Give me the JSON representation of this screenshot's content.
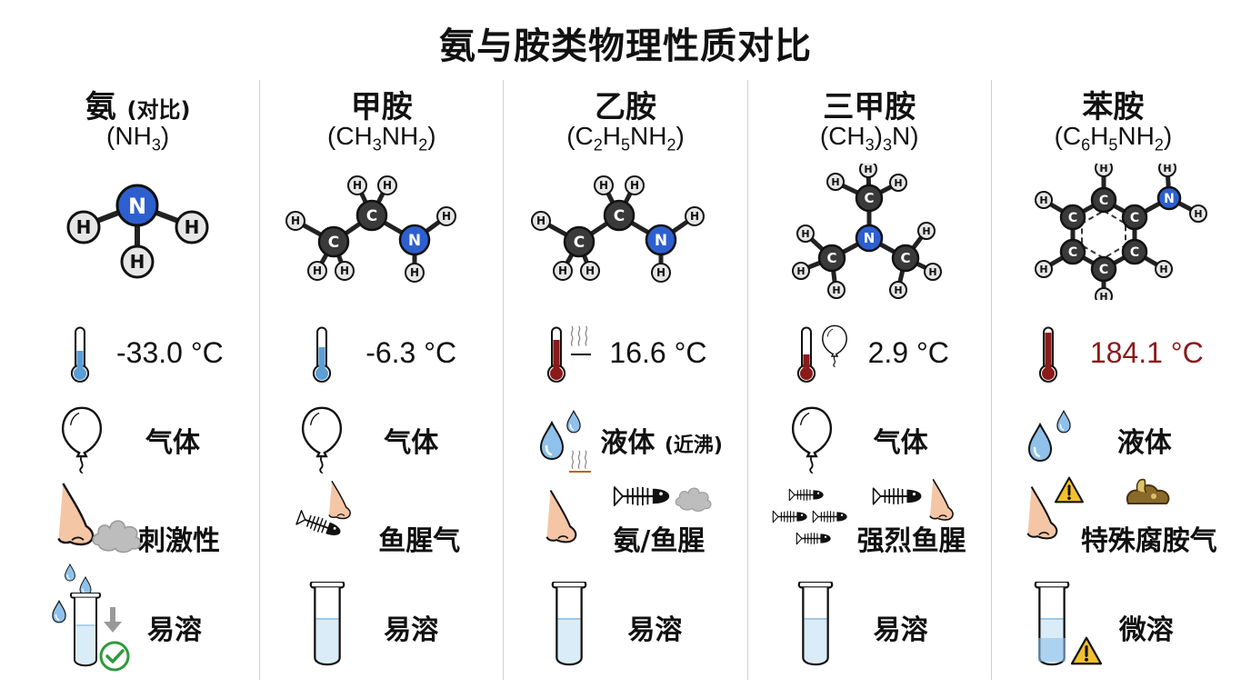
{
  "title": "氨与胺类物理性质对比",
  "colors": {
    "nitrogen": "#2d5fcf",
    "carbon": "#3a3a3a",
    "hydrogen": "#e6e6e6",
    "hot_text": "#8b1a1a",
    "liquid": "#8fc1ea",
    "warning": "#f2c12e",
    "check": "#2e9a3c"
  },
  "columns": [
    {
      "name": "氨",
      "name_note": "(对比)",
      "formula": [
        "(NH",
        "3",
        ")"
      ],
      "boiling_point": "-33.0 °C",
      "state": "气体",
      "state_note": "",
      "odor": "刺激性",
      "solubility": "易溶"
    },
    {
      "name": "甲胺",
      "name_note": "",
      "formula": [
        "(CH",
        "3",
        "NH",
        "2",
        ")"
      ],
      "boiling_point": "-6.3 °C",
      "state": "气体",
      "state_note": "",
      "odor": "鱼腥气",
      "solubility": "易溶"
    },
    {
      "name": "乙胺",
      "name_note": "",
      "formula": [
        "(C",
        "2",
        "H",
        "5",
        "NH",
        "2",
        ")"
      ],
      "boiling_point": "16.6 °C",
      "state": "液体",
      "state_note": "(近沸)",
      "odor": "氨/鱼腥",
      "solubility": "易溶"
    },
    {
      "name": "三甲胺",
      "name_note": "",
      "formula": [
        "(CH",
        "3",
        ")",
        "3",
        "N)"
      ],
      "boiling_point": "2.9 °C",
      "state": "气体",
      "state_note": "",
      "odor": "强烈鱼腥",
      "solubility": "易溶"
    },
    {
      "name": "苯胺",
      "name_note": "",
      "formula": [
        "(C",
        "6",
        "H",
        "5",
        "NH",
        "2",
        ")"
      ],
      "boiling_point": "184.1 °C",
      "state": "液体",
      "state_note": "",
      "odor": "特殊腐胺气",
      "solubility": "微溶"
    }
  ],
  "icons": [
    "thermometer-icon",
    "balloon-icon",
    "droplets-icon",
    "nose-icon",
    "fish-bone-icon",
    "smoke-icon",
    "steam-icon",
    "test-tube-icon",
    "arrow-down-icon",
    "check-icon",
    "warning-icon",
    "decay-icon"
  ]
}
